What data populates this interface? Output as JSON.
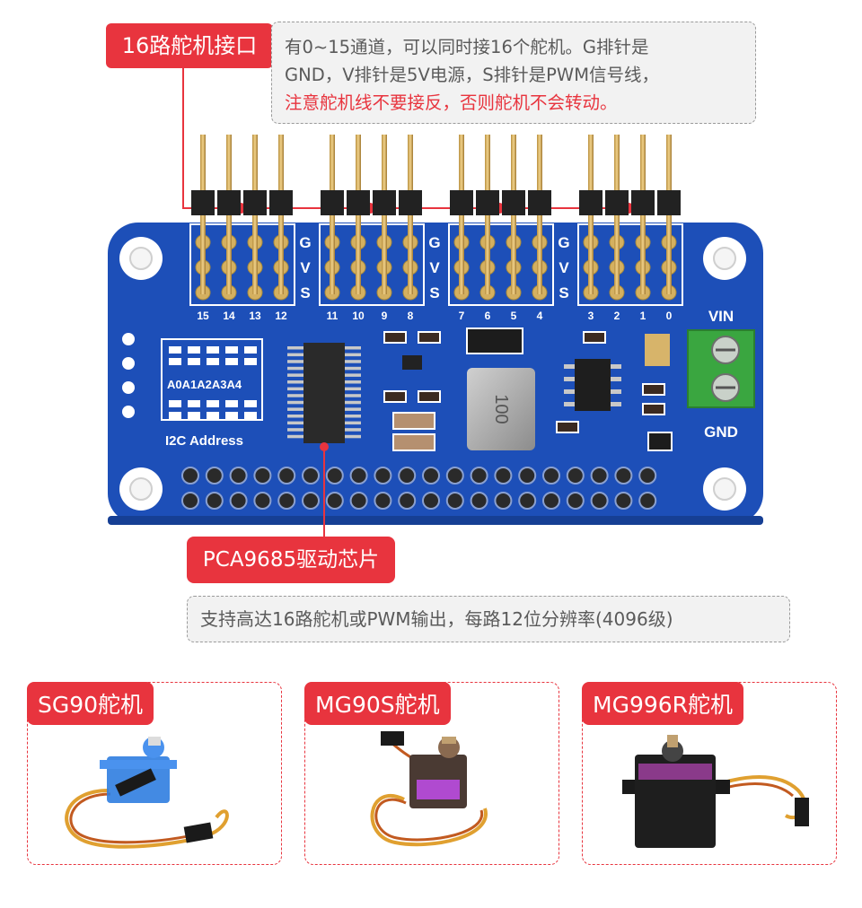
{
  "header_tag": "16路舵机接口",
  "header_note": {
    "line1": "有0~15通道，可以同时接16个舵机。G排针是",
    "line2": "GND，V排针是5V电源，S排针是PWM信号线，",
    "line3_warning": "注意舵机线不要接反，否则舵机不会转动。"
  },
  "board": {
    "row_labels": [
      "G",
      "V",
      "S"
    ],
    "channel_groups": [
      [
        "15",
        "14",
        "13",
        "12"
      ],
      [
        "11",
        "10",
        "9",
        "8"
      ],
      [
        "7",
        "6",
        "5",
        "4"
      ],
      [
        "3",
        "2",
        "1",
        "0"
      ]
    ],
    "address_bits": "A0A1A2A3A4",
    "address_label": "I2C Address",
    "vin_label": "VIN",
    "gnd_label": "GND",
    "inductor_marking": "100",
    "colors": {
      "pcb": "#1d4fb8",
      "terminal": "#3aa640",
      "pin": "#d4b060",
      "header": "#222222"
    }
  },
  "chip_tag": "PCA9685驱动芯片",
  "chip_note": "支持高达16路舵机或PWM输出，每路12位分辨率(4096级)",
  "servos": [
    {
      "name": "SG90舵机",
      "body_color": "#2f7de0"
    },
    {
      "name": "MG90S舵机",
      "body_color": "#4a3a33"
    },
    {
      "name": "MG996R舵机",
      "body_color": "#1e1e1e"
    }
  ],
  "accent_color": "#e8343e"
}
